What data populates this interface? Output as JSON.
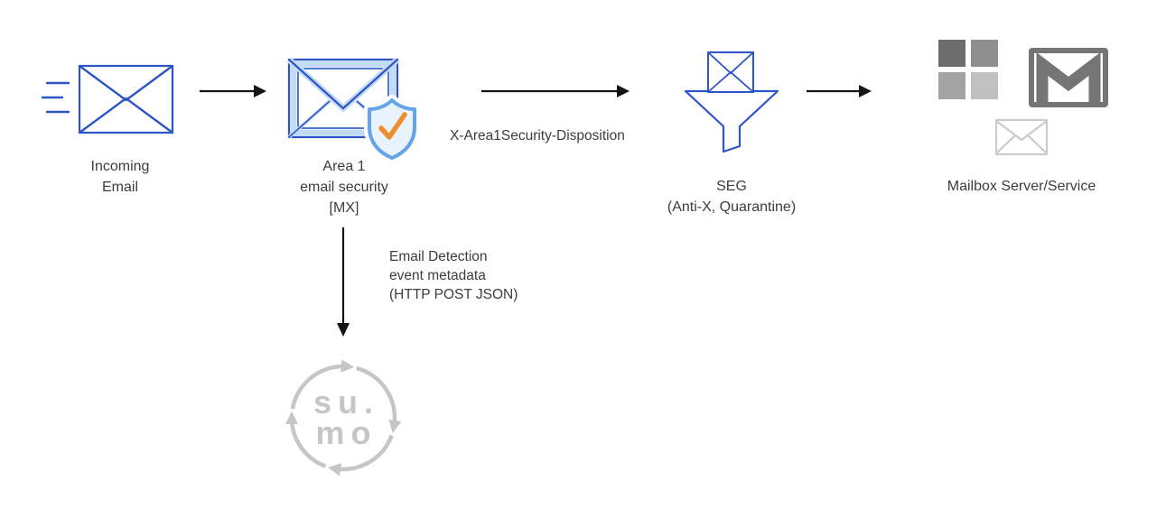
{
  "colors": {
    "blue": "#2d55c8",
    "lightBlue": "#c3dcf5",
    "shieldBlue": "#64a4e8",
    "shieldFill": "#e9f3fd",
    "orange": "#ef8e2e",
    "text": "#3d3d3d",
    "arrow": "#141414",
    "msDark": "#6d6d6d",
    "msMed": "#8f8f8f",
    "msMedLight": "#a3a3a3",
    "msLight": "#c0c0c0",
    "gmailGray": "#757575",
    "grayLight": "#cbcbcb",
    "sumoGray": "#c6c6c6"
  },
  "icons": {
    "incoming": "envelope-with-speed-lines",
    "area1": "envelope-with-shield-checkmark",
    "seg": "funnel-with-envelope",
    "mailbox": "microsoft-squares + gmail-envelope + small-envelope",
    "sumo": "circular-arrows-logo"
  },
  "diagram": {
    "incoming": {
      "line1": "Incoming",
      "line2": "Email"
    },
    "area1": {
      "line1": "Area 1",
      "line2": "email security",
      "line3": "[MX]"
    },
    "disposition": "X-Area1Security-Disposition",
    "seg": {
      "line1": "SEG",
      "line2": "(Anti-X, Quarantine)"
    },
    "mailbox": {
      "label": "Mailbox Server/Service"
    },
    "metadata": {
      "line1": "Email Detection",
      "line2": "event metadata",
      "line3": "(HTTP POST JSON)"
    },
    "sumo": {
      "line1": "su.",
      "line2": "mo"
    }
  }
}
